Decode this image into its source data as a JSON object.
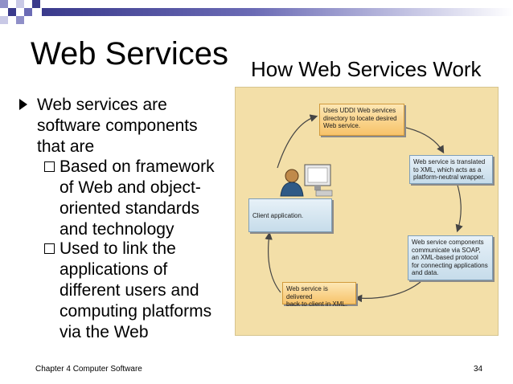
{
  "slide": {
    "title": "Web Services",
    "footer_left": "Chapter 4 Computer Software",
    "page_number": "34"
  },
  "content": {
    "main_bullet_lines": [
      "Web services are",
      "software components",
      "that are"
    ],
    "sub_bullets": [
      {
        "lines": [
          "Based on framework",
          "of Web and object-",
          "oriented standards",
          "and technology"
        ]
      },
      {
        "lines": [
          "Used to link the",
          "applications of",
          "different users and",
          "computing platforms",
          "via the Web"
        ]
      }
    ]
  },
  "figure": {
    "title": "How Web Services Work",
    "steps": {
      "uddi": [
        "Uses UDDI Web services",
        "directory to locate desired",
        "Web service."
      ],
      "translated": [
        "Web service is translated",
        "to XML, which acts as a",
        "platform-neutral wrapper."
      ],
      "components": [
        "Web service components",
        "communicate via SOAP,",
        "an XML-based protocol",
        "for connecting applications",
        "and data."
      ],
      "delivered": [
        "Web service is delivered",
        "back to client in XML."
      ],
      "client": "Client application."
    },
    "colors": {
      "background": "#f3dfa8",
      "blue_box": "#c6dcea",
      "orange_box": "#f7c36a",
      "arrow": "#444444"
    }
  }
}
